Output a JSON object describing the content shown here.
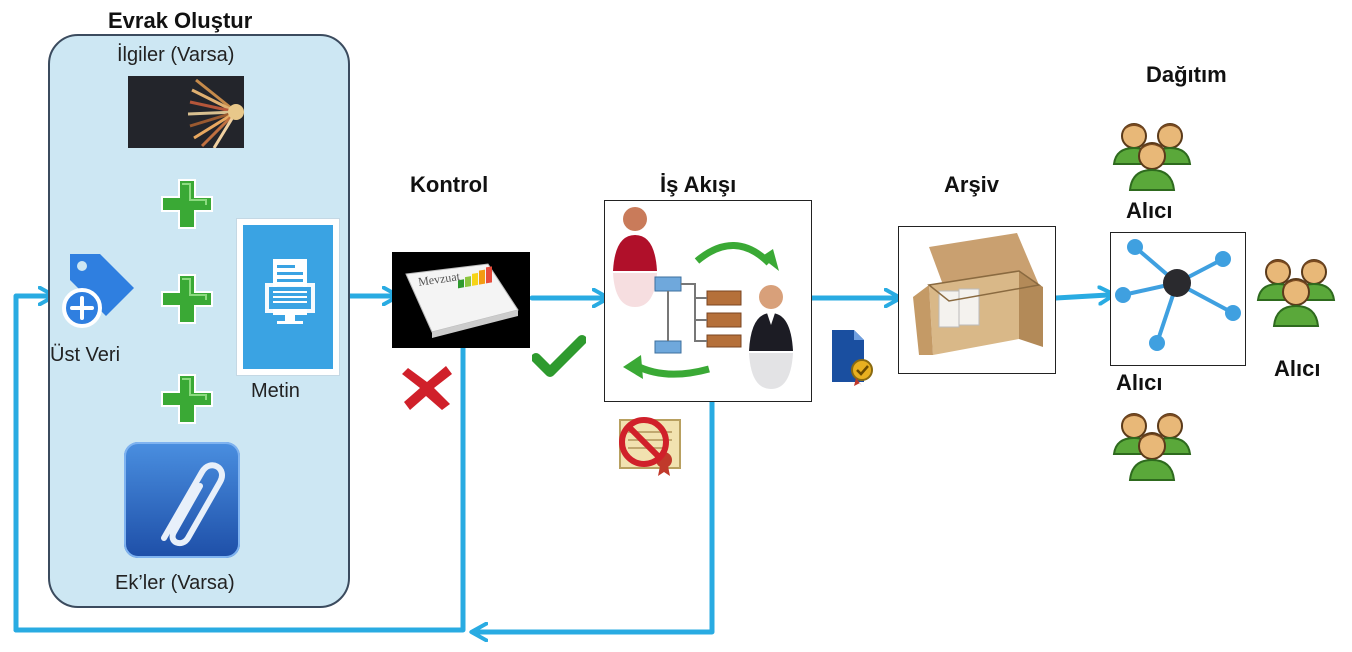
{
  "create_group": {
    "title": "Evrak Oluştur",
    "references_label": "İlgiler (Varsa)",
    "metadata_label": "Üst Veri",
    "text_label": "Metin",
    "attachments_label": "Ek’ler (Varsa)",
    "document_cover_text": "Mevzuat"
  },
  "steps": {
    "control": "Kontrol",
    "workflow": "İş Akışı",
    "archive": "Arşiv",
    "distribution": "Dağıtım"
  },
  "recipients": {
    "top": "Alıcı",
    "bottom": "Alıcı",
    "right": "Alıcı"
  },
  "colors": {
    "flow_arrow": "#29abe2",
    "group_fill": "#cde7f3",
    "group_border": "#3b4b5e",
    "plus_green": "#3aa935",
    "reject_red": "#d0202a",
    "approve_green": "#2e9a2e"
  },
  "icons": {
    "references": "bookshelf-image-icon",
    "metadata": "tag-add-icon",
    "text": "document-monitor-icon",
    "attachments": "paperclip-icon",
    "add": "plus-icon",
    "reject": "x-icon",
    "approve": "check-icon",
    "cancel": "no-certificate-icon",
    "signed": "signed-document-icon",
    "archive": "archive-box-icon",
    "network": "network-hub-icon",
    "users": "user-group-icon"
  }
}
